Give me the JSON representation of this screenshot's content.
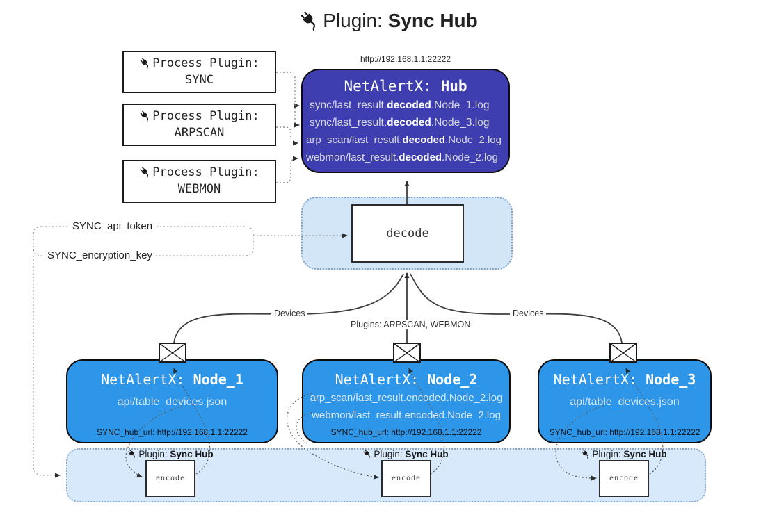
{
  "title": {
    "icon": "plug-icon",
    "prefix": "Plugin: ",
    "name": "Sync Hub"
  },
  "process_plugins": [
    {
      "icon": "plug-icon",
      "label": "Process Plugin:",
      "name": "SYNC"
    },
    {
      "icon": "plug-icon",
      "label": "Process Plugin:",
      "name": "ARPSCAN"
    },
    {
      "icon": "plug-icon",
      "label": "Process Plugin:",
      "name": "WEBMON"
    }
  ],
  "hub": {
    "url": "http://192.168.1.1:22222",
    "title_prefix": "NetAlertX: ",
    "title_name": "Hub",
    "logs": [
      {
        "pre": "sync/last_result.",
        "bold": "decoded",
        "post": ".Node_1.log"
      },
      {
        "pre": "sync/last_result.",
        "bold": "decoded",
        "post": ".Node_3.log"
      },
      {
        "pre": "arp_scan/last_result.",
        "bold": "decoded",
        "post": ".Node_2.log"
      },
      {
        "pre": "webmon/last_result.",
        "bold": "decoded",
        "post": ".Node_2.log"
      }
    ]
  },
  "decode_label": "decode",
  "config": {
    "api_token": "SYNC_api_token",
    "encryption_key": "SYNC_encryption_key"
  },
  "flow_labels": {
    "devices_left": "Devices",
    "devices_right": "Devices",
    "plugins_middle": "Plugins: ARPSCAN, WEBMON"
  },
  "nodes": [
    {
      "title_prefix": "NetAlertX: ",
      "title_name": "Node_1",
      "lines": [
        "api/table_devices.json"
      ],
      "hub_url": "SYNC_hub_url: http://192.168.1.1:22222"
    },
    {
      "title_prefix": "NetAlertX: ",
      "title_name": "Node_2",
      "lines": [
        "arp_scan/last_result.encoded.Node_2.log",
        "webmon/last_result.encoded.Node_2.log"
      ],
      "hub_url": "SYNC_hub_url: http://192.168.1.1:22222"
    },
    {
      "title_prefix": "NetAlertX: ",
      "title_name": "Node_3",
      "lines": [
        "api/table_devices.json"
      ],
      "hub_url": "SYNC_hub_url: http://192.168.1.1:22222"
    }
  ],
  "encode_sections": {
    "icon": "plug-icon",
    "label_prefix": "Plugin: ",
    "label_name": "Sync Hub",
    "box_label": "encode"
  },
  "icons": {
    "envelope": "envelope-icon",
    "plug": "plug-icon"
  },
  "colors": {
    "hub_fill": "#3e3eb0",
    "node_fill": "#2e96e8",
    "band_fill": "#d8e9fb",
    "decode_fill": "#d3e6f8"
  }
}
